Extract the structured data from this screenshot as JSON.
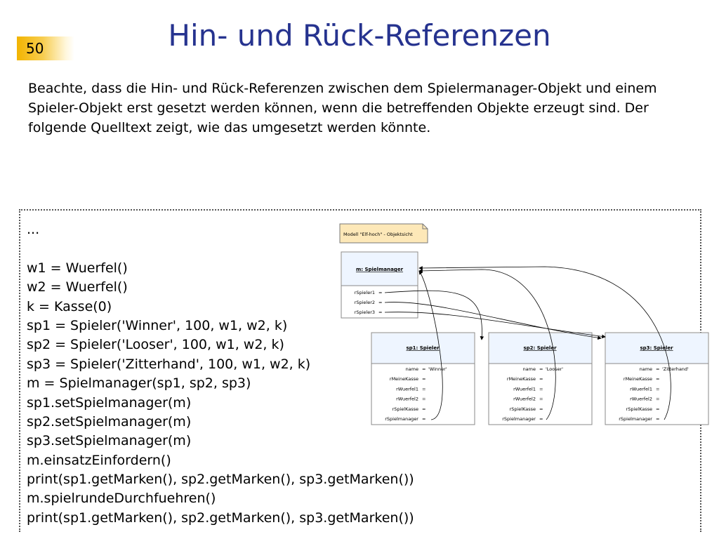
{
  "slide": {
    "number": "50",
    "title": "Hin- und Rück-Referenzen",
    "intro": "Beachte, dass die Hin- und Rück-Referenzen zwischen dem Spielermanager-Objekt und einem Spieler-Objekt erst gesetzt werden können, wenn die betreffenden Objekte erzeugt sind. Der folgende Quelltext zeigt, wie das umgesetzt werden könnte."
  },
  "code_lines": [
    "...",
    "",
    "w1 = Wuerfel()",
    "w2 = Wuerfel()",
    "k = Kasse(0)",
    "sp1 = Spieler('Winner', 100, w1, w2, k)",
    "sp2 = Spieler('Looser', 100, w1, w2, k)",
    "sp3 = Spieler('Zitterhand', 100, w1, w2, k)",
    "m = Spielmanager(sp1, sp2, sp3)",
    "sp1.setSpielmanager(m)",
    "sp2.setSpielmanager(m)",
    "sp3.setSpielmanager(m)",
    "m.einsatzEinfordern()",
    "print(sp1.getMarken(), sp2.getMarken(), sp3.getMarken())",
    "m.spielrundeDurchfuehren()",
    "print(sp1.getMarken(), sp2.getMarken(), sp3.getMarken())"
  ],
  "diagram": {
    "note": "Modell \"Elf-hoch\" - Objektsicht",
    "manager": {
      "header": "m: Spielmanager",
      "rows": [
        {
          "attr": "rSpieler1",
          "op": "=",
          "val": ""
        },
        {
          "attr": "rSpieler2",
          "op": "=",
          "val": ""
        },
        {
          "attr": "rSpieler3",
          "op": "=",
          "val": ""
        }
      ]
    },
    "players": [
      {
        "header": "sp1: Spieler",
        "rows": [
          {
            "attr": "name",
            "op": "=",
            "val": "'Winner'"
          },
          {
            "attr": "rMeineKasse",
            "op": "=",
            "val": ""
          },
          {
            "attr": "rWuerfel1",
            "op": "=",
            "val": ""
          },
          {
            "attr": "rWuerfel2",
            "op": "=",
            "val": ""
          },
          {
            "attr": "rSpielKasse",
            "op": "=",
            "val": ""
          },
          {
            "attr": "rSpielmanager",
            "op": "=",
            "val": ""
          }
        ]
      },
      {
        "header": "sp2: Spieler",
        "rows": [
          {
            "attr": "name",
            "op": "=",
            "val": "'Looser'"
          },
          {
            "attr": "rMeineKasse",
            "op": "=",
            "val": ""
          },
          {
            "attr": "rWuerfel1",
            "op": "=",
            "val": ""
          },
          {
            "attr": "rWuerfel2",
            "op": "=",
            "val": ""
          },
          {
            "attr": "rSpielKasse",
            "op": "=",
            "val": ""
          },
          {
            "attr": "rSpielmanager",
            "op": "=",
            "val": ""
          }
        ]
      },
      {
        "header": "sp3: Spieler",
        "rows": [
          {
            "attr": "name",
            "op": "=",
            "val": "'Zitterhand'"
          },
          {
            "attr": "rMeineKasse",
            "op": "=",
            "val": ""
          },
          {
            "attr": "rWuerfel1",
            "op": "=",
            "val": ""
          },
          {
            "attr": "rWuerfel2",
            "op": "=",
            "val": ""
          },
          {
            "attr": "rSpielKasse",
            "op": "=",
            "val": ""
          },
          {
            "attr": "rSpielmanager",
            "op": "=",
            "val": ""
          }
        ]
      }
    ]
  },
  "colors": {
    "title": "#26338f",
    "slide_number_badge": "#f2b400",
    "note_fill": "#fde8b8",
    "header_fill": "#eef5ff"
  }
}
